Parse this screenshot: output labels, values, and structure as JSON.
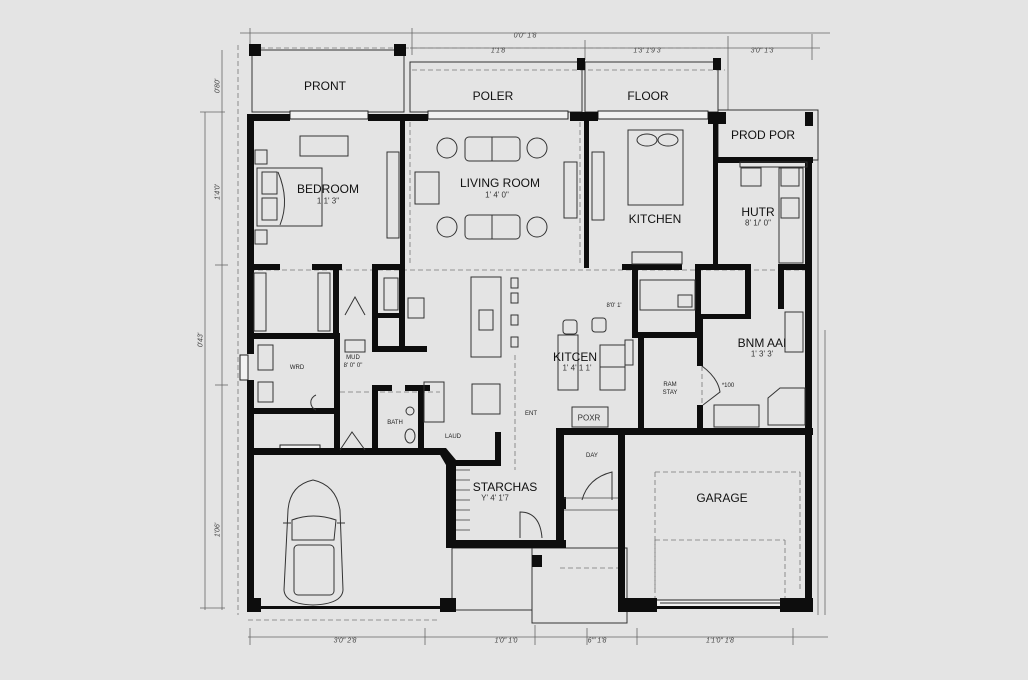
{
  "plan": {
    "background": "#e4e4e4",
    "wall_color": "#0d0d0d",
    "line_color": "#555555"
  },
  "rooms": {
    "front": {
      "name": "PRONT"
    },
    "poler": {
      "name": "POLER"
    },
    "floor": {
      "name": "FLOOR"
    },
    "prod_por": {
      "name": "PROD POR"
    },
    "bedroom": {
      "name": "BEDROOM",
      "dim": "1 1' 3\""
    },
    "living_room": {
      "name": "LIVING ROOM",
      "dim": "1' 4' 0\""
    },
    "kitchen_upper": {
      "name": "KITCHEN"
    },
    "hutr": {
      "name": "HUTR",
      "dim": "8' 1/' 0\""
    },
    "kitchen_center": {
      "name": "KITCEN",
      "dim": "1' 4' 1 1'"
    },
    "bnm_aai": {
      "name": "BNM AAI",
      "dim": "1' 3' 3'"
    },
    "wrd": {
      "name": "WRD"
    },
    "storage": {
      "name": "STARCHAS",
      "dim": "Y' 4' 1'7"
    },
    "poxr": {
      "name": "POXR"
    },
    "garage": {
      "name": "GARAGE"
    },
    "bath": {
      "name": "BATH"
    },
    "ram_stay": {
      "name": "RAM",
      "dim": "STAY"
    },
    "entry": {
      "name": "ENT"
    },
    "day": {
      "name": "DAY"
    },
    "laud": {
      "name": "LAUD"
    },
    "mud": {
      "name": "MUD",
      "dim": "8' 0\" 0\""
    },
    "note1": {
      "name": "8'0' 1'"
    },
    "note2": {
      "name": "*100"
    }
  },
  "dimensions": {
    "top": [
      "0'0\" 1'8",
      "1'1'8",
      "1'3' 1'9 3",
      "3'0\" 1'3"
    ],
    "left": [
      "0'80'",
      "1'4'0'",
      "0'43'",
      "1'06'"
    ],
    "bottom": [
      "3'0\" 2'8",
      "1'0\" 1'0",
      "6'\" 1'8",
      "1'1'0\" 1'8"
    ]
  }
}
